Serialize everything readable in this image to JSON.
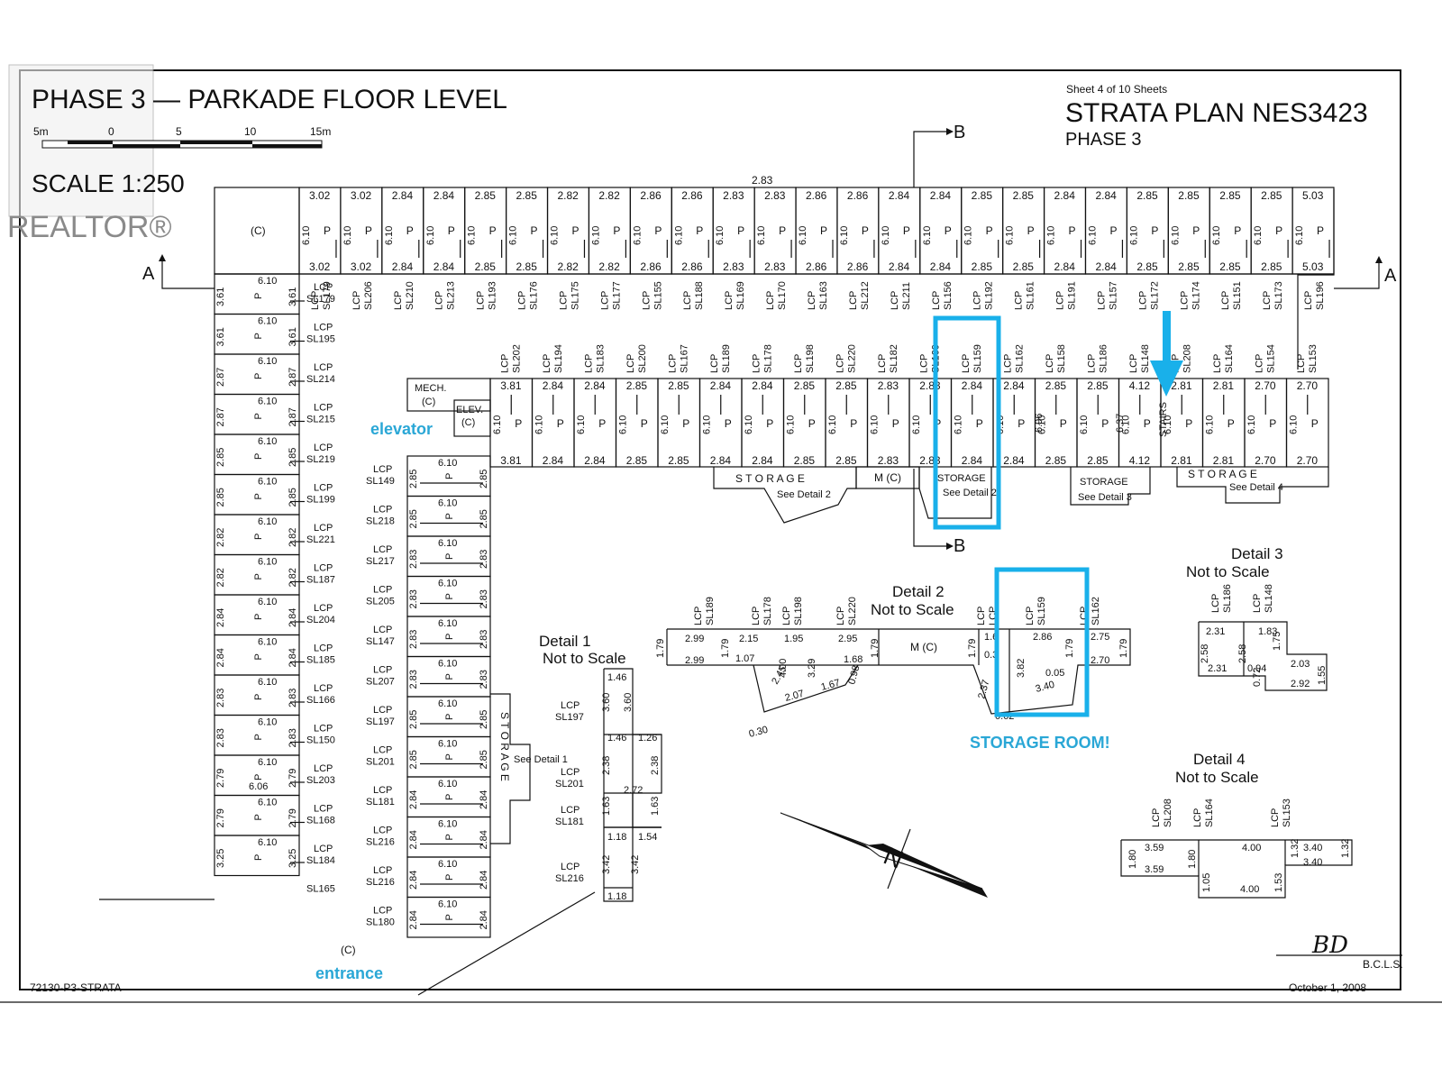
{
  "watermark": {
    "brand": "REALTOR®"
  },
  "title": {
    "main": "PHASE 3 — PARKADE FLOOR LEVEL",
    "scale_text": "SCALE 1:250",
    "scale_ticks": [
      "5m",
      "0",
      "5",
      "10",
      "15m"
    ]
  },
  "sheet": {
    "sheet_no": "Sheet 4 of 10 Sheets",
    "plan": "STRATA PLAN NES3423",
    "phase": "PHASE 3"
  },
  "section_markers": {
    "a": "A",
    "b": "B"
  },
  "top_total": "2.83",
  "top_row": {
    "widths": [
      "3.02",
      "3.02",
      "2.84",
      "2.84",
      "2.85",
      "2.85",
      "2.82",
      "2.82",
      "2.86",
      "2.86",
      "2.83",
      "2.83",
      "2.86",
      "2.86",
      "2.84",
      "2.84",
      "2.85",
      "2.85",
      "2.84",
      "2.84",
      "2.85",
      "2.85",
      "2.85",
      "2.85",
      "5.03"
    ],
    "depth": "6.10",
    "stall": "P",
    "common": "(C)",
    "lcp_labels": [
      "LCP\nSL179",
      "SL206",
      "SL210",
      "SL213",
      "SL193",
      "SL176",
      "SL175",
      "SL177",
      "SL155",
      "SL188",
      "SL169",
      "SL170",
      "SL163",
      "SL212",
      "SL211",
      "SL156",
      "SL192",
      "SL161",
      "SL191",
      "SL157",
      "SL172",
      "SL174",
      "SL151",
      "SL173",
      "SL196"
    ]
  },
  "mid_row": {
    "widths": [
      "3.81",
      "2.84",
      "2.84",
      "2.85",
      "2.85",
      "2.84",
      "2.84",
      "2.85",
      "2.85",
      "2.83",
      "2.83",
      "2.84",
      "2.84",
      "2.85",
      "2.85",
      "4.12",
      "2.81",
      "2.81",
      "2.70",
      "2.70"
    ],
    "lcp_labels": [
      "SL202",
      "SL194",
      "SL183",
      "SL200",
      "SL167",
      "SL189",
      "SL178",
      "SL198",
      "SL220",
      "SL182",
      "SL160",
      "SL159",
      "SL162",
      "SL158",
      "SL186",
      "SL148",
      "SL208",
      "SL164",
      "SL154",
      "SL153"
    ],
    "mech": "MECH.",
    "elev": "ELEV.",
    "storage_1": "S T O R A G E",
    "storage_detail_1": "See Detail 2",
    "m_c": "M (C)",
    "storage_2": "STORAGE",
    "storage_detail_2": "See Detail 2",
    "storage_3": "STORAGE",
    "storage_detail_3": "See Detail 3",
    "storage_4": "S T O R A G E",
    "storage_detail_4": "See Detail 4",
    "stairs": "STAIRS",
    "dim_696": "6.96",
    "dim_637": "6.37"
  },
  "left_column": {
    "rows": [
      {
        "w": "3.61",
        "lcp": "SL179"
      },
      {
        "w": "3.61",
        "lcp": "SL195"
      },
      {
        "w": "2.87",
        "lcp": "SL214"
      },
      {
        "w": "2.87",
        "lcp": "SL215"
      },
      {
        "w": "2.85",
        "lcp": "SL219"
      },
      {
        "w": "2.85",
        "lcp": "SL199"
      },
      {
        "w": "2.82",
        "lcp": "SL221"
      },
      {
        "w": "2.82",
        "lcp": "SL187"
      },
      {
        "w": "2.84",
        "lcp": "SL204"
      },
      {
        "w": "2.84",
        "lcp": "SL185"
      },
      {
        "w": "2.83",
        "lcp": "SL166"
      },
      {
        "w": "2.83",
        "lcp": "SL150"
      },
      {
        "w": "2.79",
        "lcp": "SL203"
      },
      {
        "w": "2.79",
        "lcp": "SL168"
      },
      {
        "w": "3.25",
        "lcp": "SL184"
      }
    ],
    "extra_labels": [
      "SL165"
    ],
    "extra_dim": "6.06"
  },
  "inner_column": {
    "rows": [
      {
        "w": "2.85",
        "lcp": "SL149"
      },
      {
        "w": "2.85",
        "lcp": "SL218"
      },
      {
        "w": "2.83",
        "lcp": "SL217"
      },
      {
        "w": "2.83",
        "lcp": "SL205"
      },
      {
        "w": "2.83",
        "lcp": "SL147"
      },
      {
        "w": "2.83",
        "lcp": "SL207"
      },
      {
        "w": "2.85",
        "lcp": "SL197"
      },
      {
        "w": "2.85",
        "lcp": "SL201"
      },
      {
        "w": "2.84",
        "lcp": "SL181"
      },
      {
        "w": "2.84",
        "lcp": "SL216"
      },
      {
        "w": "2.84",
        "lcp": "SL216"
      },
      {
        "w": "2.84",
        "lcp": "SL180"
      }
    ],
    "storage_side": "S T O R A G E",
    "see_detail": "See Detail 1"
  },
  "labels": {
    "elevator": "elevator",
    "entrance": "entrance",
    "storage_room": "STORAGE ROOM!",
    "c": "(C)",
    "lcp": "LCP"
  },
  "detail1": {
    "title": "Detail 1",
    "sub": "Not to Scale",
    "dims": [
      "1.46",
      "3.60",
      "3.60",
      "1.46",
      "1.26",
      "2.38",
      "2.38",
      "2.72",
      "1.63",
      "1.63",
      "1.18",
      "1.54",
      "3.42",
      "3.42",
      "1.18"
    ],
    "lcp": [
      "LCP\nSL197",
      "LCP\nSL201",
      "LCP\nSL181",
      "LCP\nSL216"
    ]
  },
  "detail2": {
    "title": "Detail 2",
    "sub": "Not to Scale",
    "lcp": [
      "SL189",
      "SL178",
      "SL198",
      "SL220",
      "LCP",
      "SL159",
      "SL162"
    ],
    "dims": [
      "1.79",
      "2.99",
      "2.99",
      "1.79",
      "2.15",
      "1.07",
      "1.95",
      "2.45",
      "4.00",
      "3.29",
      "2.07",
      "1.67",
      "0.98",
      "2.95",
      "1.68",
      "1.79",
      "1.79",
      "1.6",
      "0.3",
      "2.86",
      "3.82",
      "1.79",
      "2.37",
      "0.05",
      "3.40",
      "2.75",
      "2.70",
      "1.79",
      "0.30",
      "0.62"
    ],
    "m_c": "M (C)"
  },
  "detail3": {
    "title": "Detail 3",
    "sub": "Not to Scale",
    "lcp": [
      "SL186",
      "SL148"
    ],
    "dims": [
      "2.31",
      "1.83",
      "2.58",
      "2.58",
      "1.75",
      "2.31",
      "0.94",
      "2.03",
      "0.72",
      "2.92",
      "1.55"
    ]
  },
  "detail4": {
    "title": "Detail 4",
    "sub": "Not to Scale",
    "lcp": [
      "SL208",
      "SL164",
      "SL153"
    ],
    "dims": [
      "3.59",
      "4.00",
      "3.40",
      "1.80",
      "1.80",
      "3.59",
      "1.32",
      "1.32",
      "3.40",
      "1.05",
      "4.00",
      "1.53"
    ]
  },
  "footer": {
    "drawing_no": "72130-P3-STRATA",
    "signature": "BD",
    "bcls": "B.C.L.S.",
    "date": "October 1, 2008"
  },
  "colors": {
    "highlight": "#19b0ea",
    "ink": "#111111",
    "watermark": "#888888"
  }
}
